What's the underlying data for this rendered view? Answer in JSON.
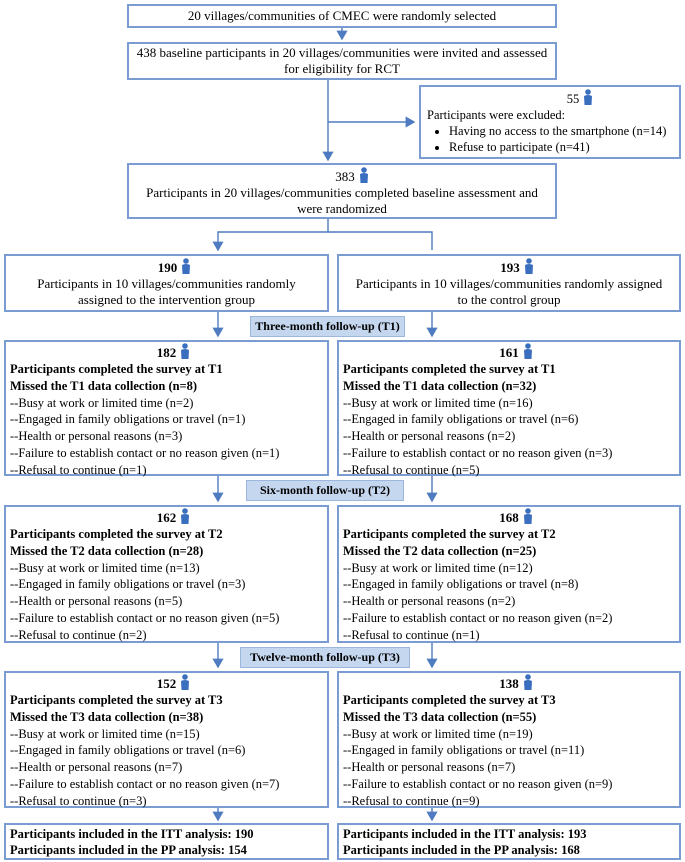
{
  "top": {
    "selected": "20 villages/communities of CMEC were randomly selected",
    "assessed": "438 baseline participants in 20 villages/communities were invited and assessed for eligibility for RCT"
  },
  "excluded": {
    "count": "55",
    "title": "Participants were excluded:",
    "reasons": [
      "Having no access to the smartphone (n=14)",
      "Refuse to participate (n=41)"
    ]
  },
  "randomized": {
    "count": "383",
    "text": "Participants in 20 villages/communities completed baseline assessment and were randomized"
  },
  "groups": {
    "intervention": {
      "count": "190",
      "text": "Participants in 10 villages/communities randomly assigned to the intervention group"
    },
    "control": {
      "count": "193",
      "text": "Participants in 10 villages/communities randomly assigned to the control group"
    }
  },
  "stages": [
    {
      "label": "Three-month follow-up (T1)",
      "intervention": {
        "count": "182",
        "completed": "Participants completed the survey at T1",
        "missed": "Missed the T1 data collection (n=8)",
        "reasons": [
          "--Busy at work or limited time (n=2)",
          "--Engaged in family obligations or travel (n=1)",
          "--Health or personal reasons (n=3)",
          "--Failure to establish contact or no reason given (n=1)",
          "--Refusal to continue (n=1)"
        ]
      },
      "control": {
        "count": "161",
        "completed": "Participants completed the survey at T1",
        "missed": "Missed the T1 data collection (n=32)",
        "reasons": [
          "--Busy at work or limited time (n=16)",
          "--Engaged in family obligations or travel (n=6)",
          "--Health or personal reasons (n=2)",
          "--Failure to establish contact or no reason given (n=3)",
          "--Refusal to continue (n=5)"
        ]
      }
    },
    {
      "label": "Six-month follow-up (T2)",
      "intervention": {
        "count": "162",
        "completed": "Participants completed the survey at T2",
        "missed": "Missed the T2 data collection (n=28)",
        "reasons": [
          "--Busy at work or limited time (n=13)",
          "--Engaged in family obligations or travel (n=3)",
          "--Health or personal reasons (n=5)",
          "--Failure to establish contact or no reason given (n=5)",
          "--Refusal to continue (n=2)"
        ]
      },
      "control": {
        "count": "168",
        "completed": "Participants completed the survey at T2",
        "missed": "Missed the T2 data collection (n=25)",
        "reasons": [
          "--Busy at work or limited time (n=12)",
          "--Engaged in family obligations or travel (n=8)",
          "--Health or personal reasons (n=2)",
          "--Failure to establish contact or no reason given (n=2)",
          "--Refusal to continue (n=1)"
        ]
      }
    },
    {
      "label": "Twelve-month follow-up (T3)",
      "intervention": {
        "count": "152",
        "completed": "Participants completed the survey at T3",
        "missed": "Missed the T3 data collection (n=38)",
        "reasons": [
          "--Busy at work or limited time (n=15)",
          "--Engaged in family obligations or travel (n=6)",
          "--Health or personal reasons (n=7)",
          "--Failure to establish contact or no reason given (n=7)",
          "--Refusal to continue (n=3)"
        ]
      },
      "control": {
        "count": "138",
        "completed": "Participants completed the survey at T3",
        "missed": "Missed the T3 data collection (n=55)",
        "reasons": [
          "--Busy at work or limited time (n=19)",
          "--Engaged in family obligations or travel (n=11)",
          "--Health or personal reasons (n=7)",
          "--Failure to establish contact or no reason given (n=9)",
          "--Refusal to continue (n=9)"
        ]
      }
    }
  ],
  "analysis": {
    "intervention": {
      "itt": "Participants included in the ITT analysis: 190",
      "pp": "Participants included in the PP analysis: 154"
    },
    "control": {
      "itt": "Participants included in the ITT analysis: 193",
      "pp": "Participants included in the PP analysis: 168"
    }
  },
  "colors": {
    "border": "#7b9cd3",
    "arrow": "#4f7cc0",
    "stage_fill": "#c5d7ef",
    "person_icon": "#3a6fbf"
  }
}
